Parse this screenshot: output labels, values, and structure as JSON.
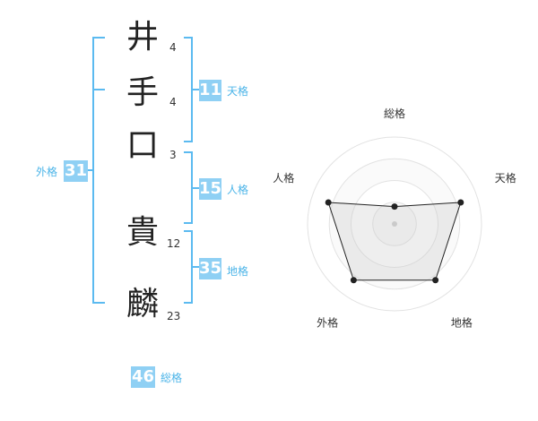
{
  "name_chars": [
    {
      "char": "井",
      "strokes": "4"
    },
    {
      "char": "手",
      "strokes": "4"
    },
    {
      "char": "口",
      "strokes": "3"
    },
    {
      "char": "貴",
      "strokes": "12"
    },
    {
      "char": "麟",
      "strokes": "23"
    }
  ],
  "fortune": {
    "tenkaku": {
      "value": "11",
      "label": "天格"
    },
    "jinkaku": {
      "value": "15",
      "label": "人格"
    },
    "chikaku": {
      "value": "35",
      "label": "地格"
    },
    "gaikaku": {
      "value": "31",
      "label": "外格"
    },
    "soukaku": {
      "value": "46",
      "label": "総格"
    }
  },
  "colors": {
    "accent": "#8fd0f4",
    "label": "#4bb4e8",
    "bracket": "#5bbaf0"
  },
  "chart_data": {
    "type": "radar",
    "axes": [
      "総格",
      "天格",
      "地格",
      "外格",
      "人格"
    ],
    "values": [
      1,
      4,
      4,
      4,
      4
    ],
    "rmax": 5,
    "rings": 4
  }
}
